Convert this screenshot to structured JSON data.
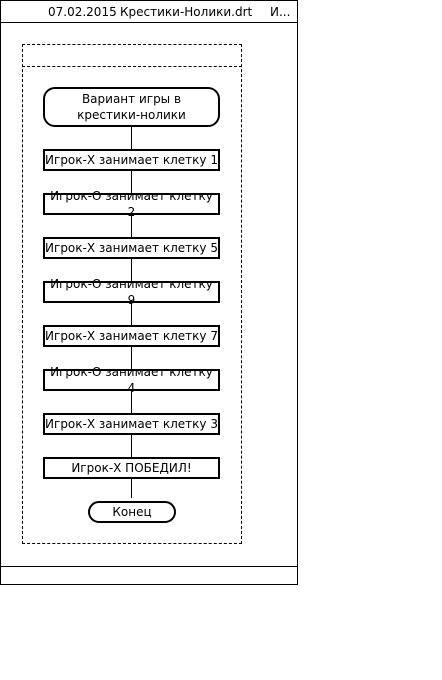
{
  "header": {
    "date": "07.02.2015",
    "filename": "Крестики-Нолики.drt",
    "extra": "И..."
  },
  "diagram": {
    "start": "Вариант игры в крестики-нолики",
    "steps": [
      "Игрок-X занимает клетку 1",
      "Игрок-O занимает клетку 2",
      "Игрок-X занимает клетку 5",
      "Игрок-O занимает клетку 9",
      "Игрок-X занимает клетку 7",
      "Игрок-O занимает клетку 4",
      "Игрок-X занимает клетку 3",
      "Игрок-X ПОБЕДИЛ!"
    ],
    "end": "Конец"
  }
}
